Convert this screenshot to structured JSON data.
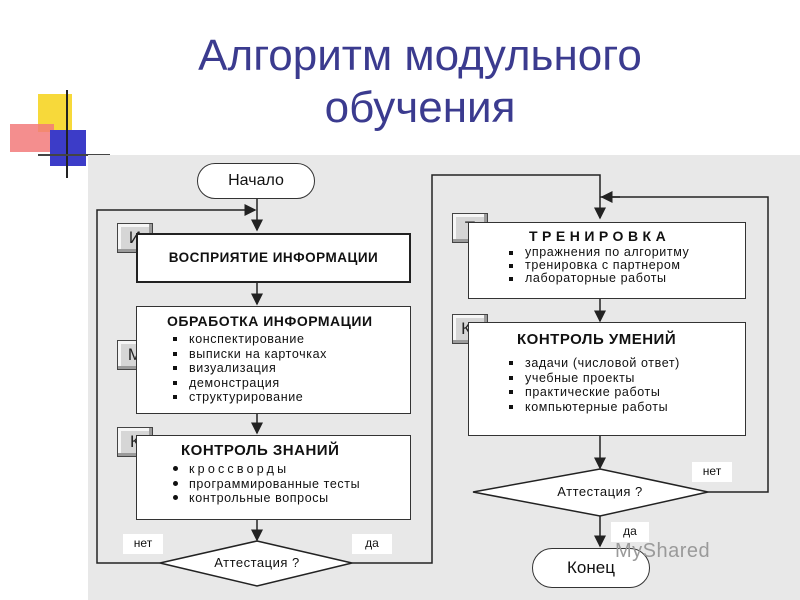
{
  "title": {
    "line1": "Алгоритм модульного",
    "line2": "обучения"
  },
  "left": {
    "start": "Начало",
    "block1": {
      "tag": "И",
      "heading": "ВОСПРИЯТИЕ ИНФОРМАЦИИ"
    },
    "block2": {
      "tag": "М",
      "heading": "ОБРАБОТКА ИНФОРМАЦИИ",
      "items": [
        "конспектирование",
        "выписки на карточках",
        "визуализация",
        "демонстрация",
        "структурирование"
      ]
    },
    "block3": {
      "tag": "К",
      "heading": "КОНТРОЛЬ ЗНАНИЙ",
      "items": [
        "кроссворды",
        "программированные тесты",
        "контрольные вопросы"
      ]
    },
    "decision": "Аттестация ?",
    "no": "нет",
    "yes": "да"
  },
  "right": {
    "block1": {
      "tag": "Т",
      "heading": "ТРЕНИРОВКА",
      "items": [
        "упражнения по алгоритму",
        "тренировка с партнером",
        "лабораторные работы"
      ]
    },
    "block2": {
      "tag": "Кт",
      "heading": "КОНТРОЛЬ УМЕНИЙ",
      "items": [
        "задачи (числовой ответ)",
        "учебные проекты",
        "практические работы",
        "компьютерные работы"
      ]
    },
    "decision": "Аттестация ?",
    "no": "нет",
    "yes": "да",
    "end": "Конец"
  },
  "watermark": "MyShared"
}
